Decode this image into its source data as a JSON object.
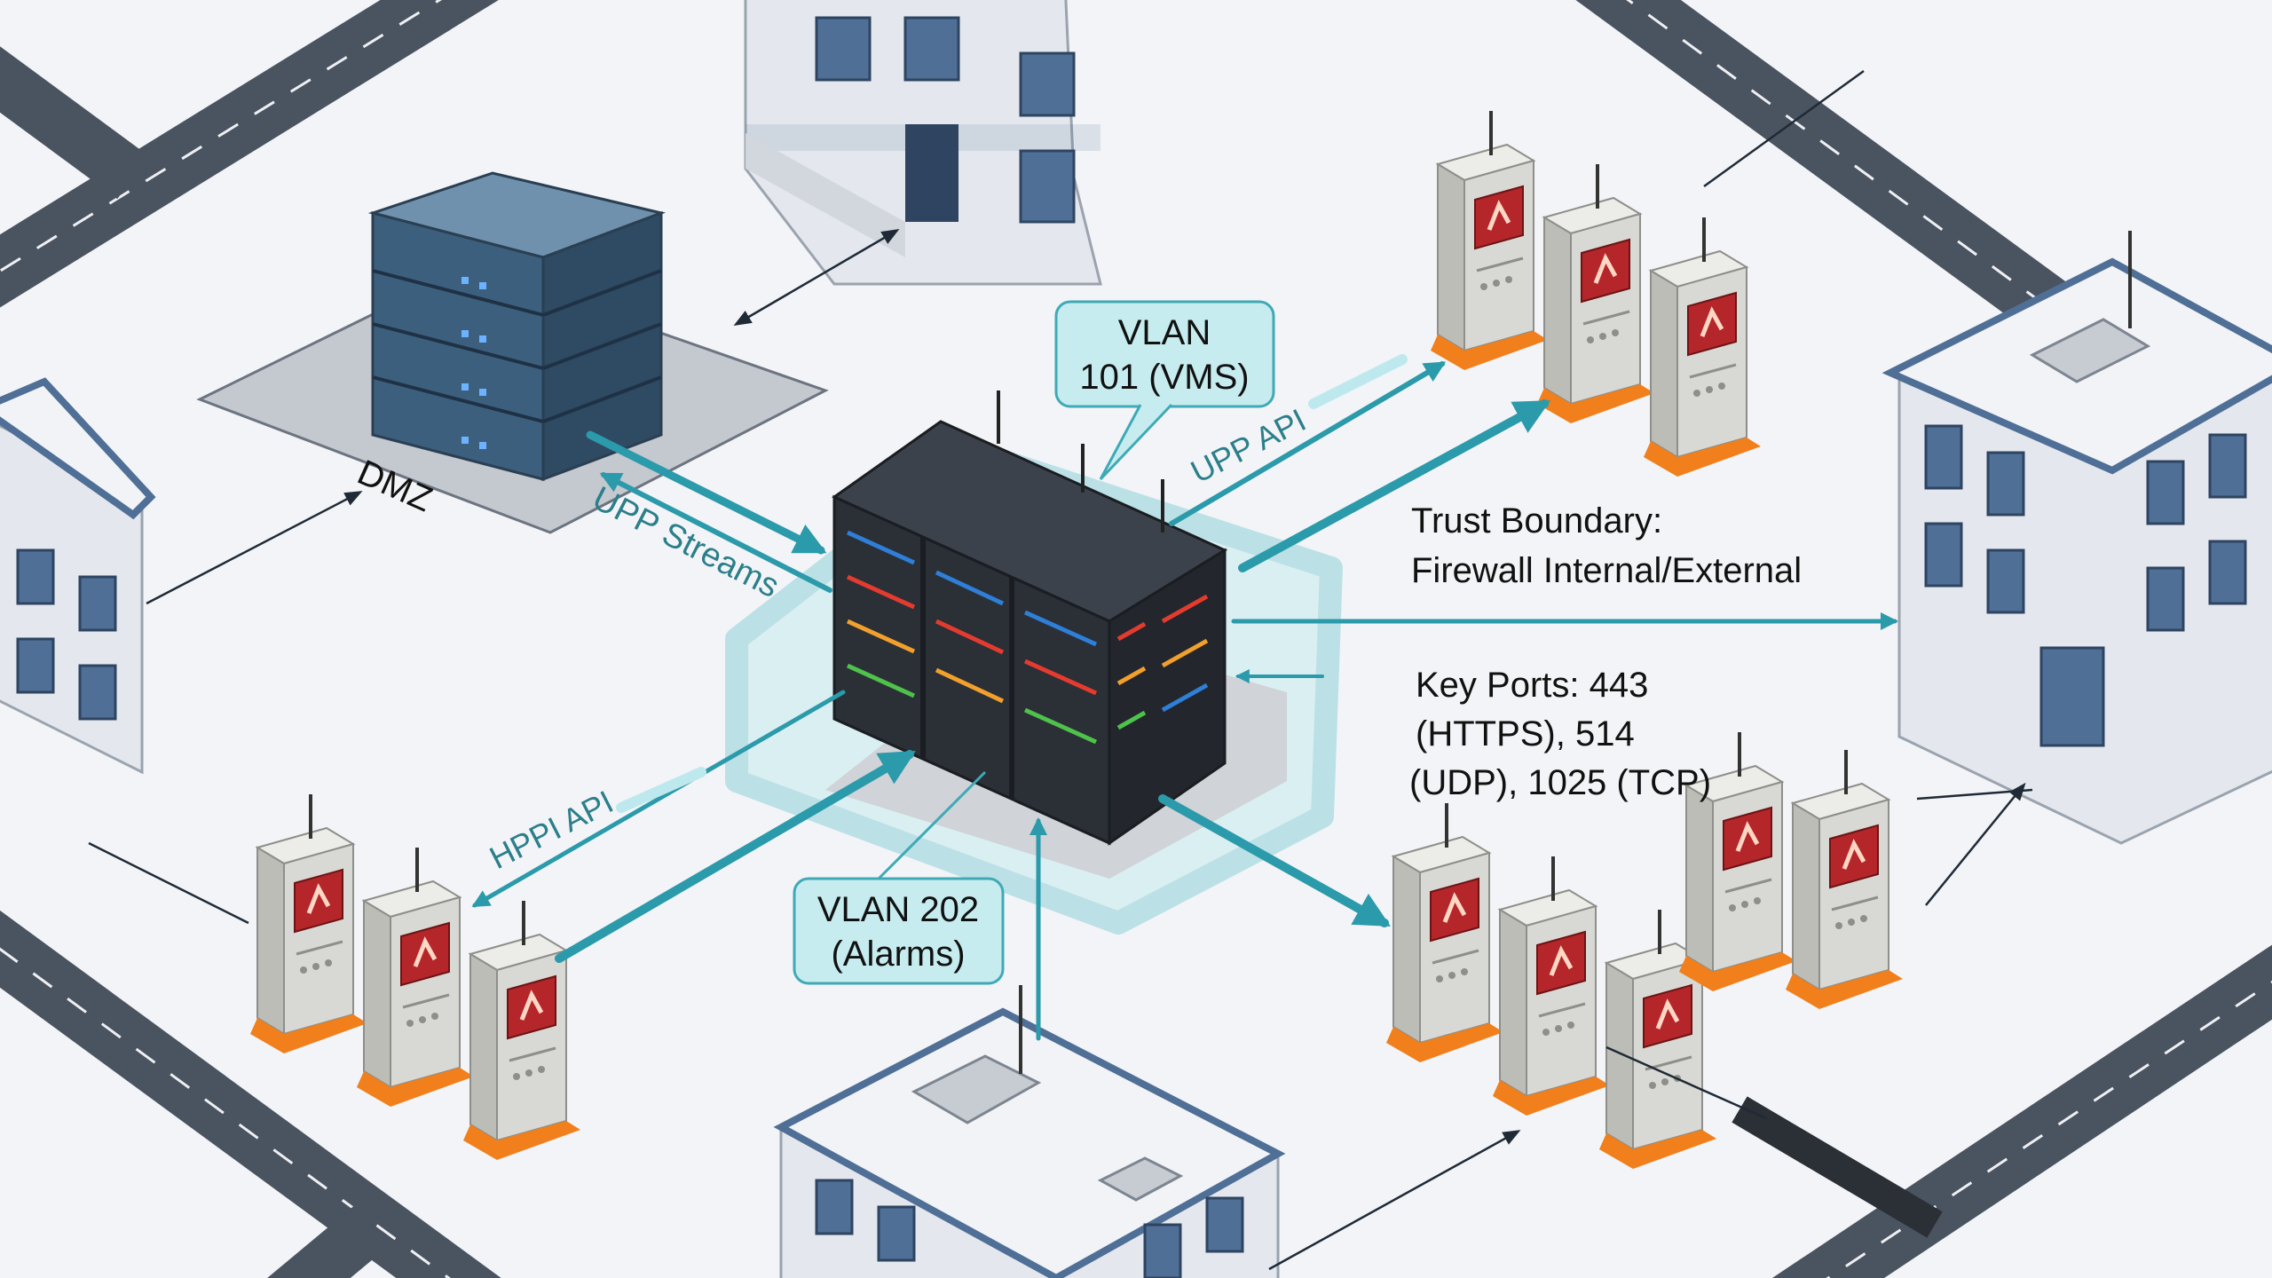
{
  "labels": {
    "dmz": "DMZ",
    "vlan101_line1": "VLAN",
    "vlan101_line2": "101 (VMS)",
    "vlan202_line1": "VLAN 202",
    "vlan202_line2": "(Alarms)",
    "upp_streams": "UPP Streams",
    "upp_api": "UPP API",
    "hppi_api": "HPPI API",
    "trust_line1": "Trust Boundary:",
    "trust_line2": "Firewall Internal/External",
    "ports_line1": "Key Ports: 443",
    "ports_line2": "(HTTPS), 514",
    "ports_line3": "(UDP), 1025 (TCP)"
  },
  "colors": {
    "background": "#f3f4f7",
    "road": "#4a5360",
    "arrow_teal": "#2b9aaa",
    "boundary_teal": "#8fd3d9",
    "callout_fill": "#c6ecef",
    "cabinet_body": "#d8d8d4",
    "cabinet_screen": "#b5262a",
    "cabinet_base": "#f07f1c",
    "server_dark": "#2b2f36",
    "dmz_server": "#3d5f7e",
    "building_wall": "#e4e8ee",
    "building_window": "#4f6f96"
  }
}
